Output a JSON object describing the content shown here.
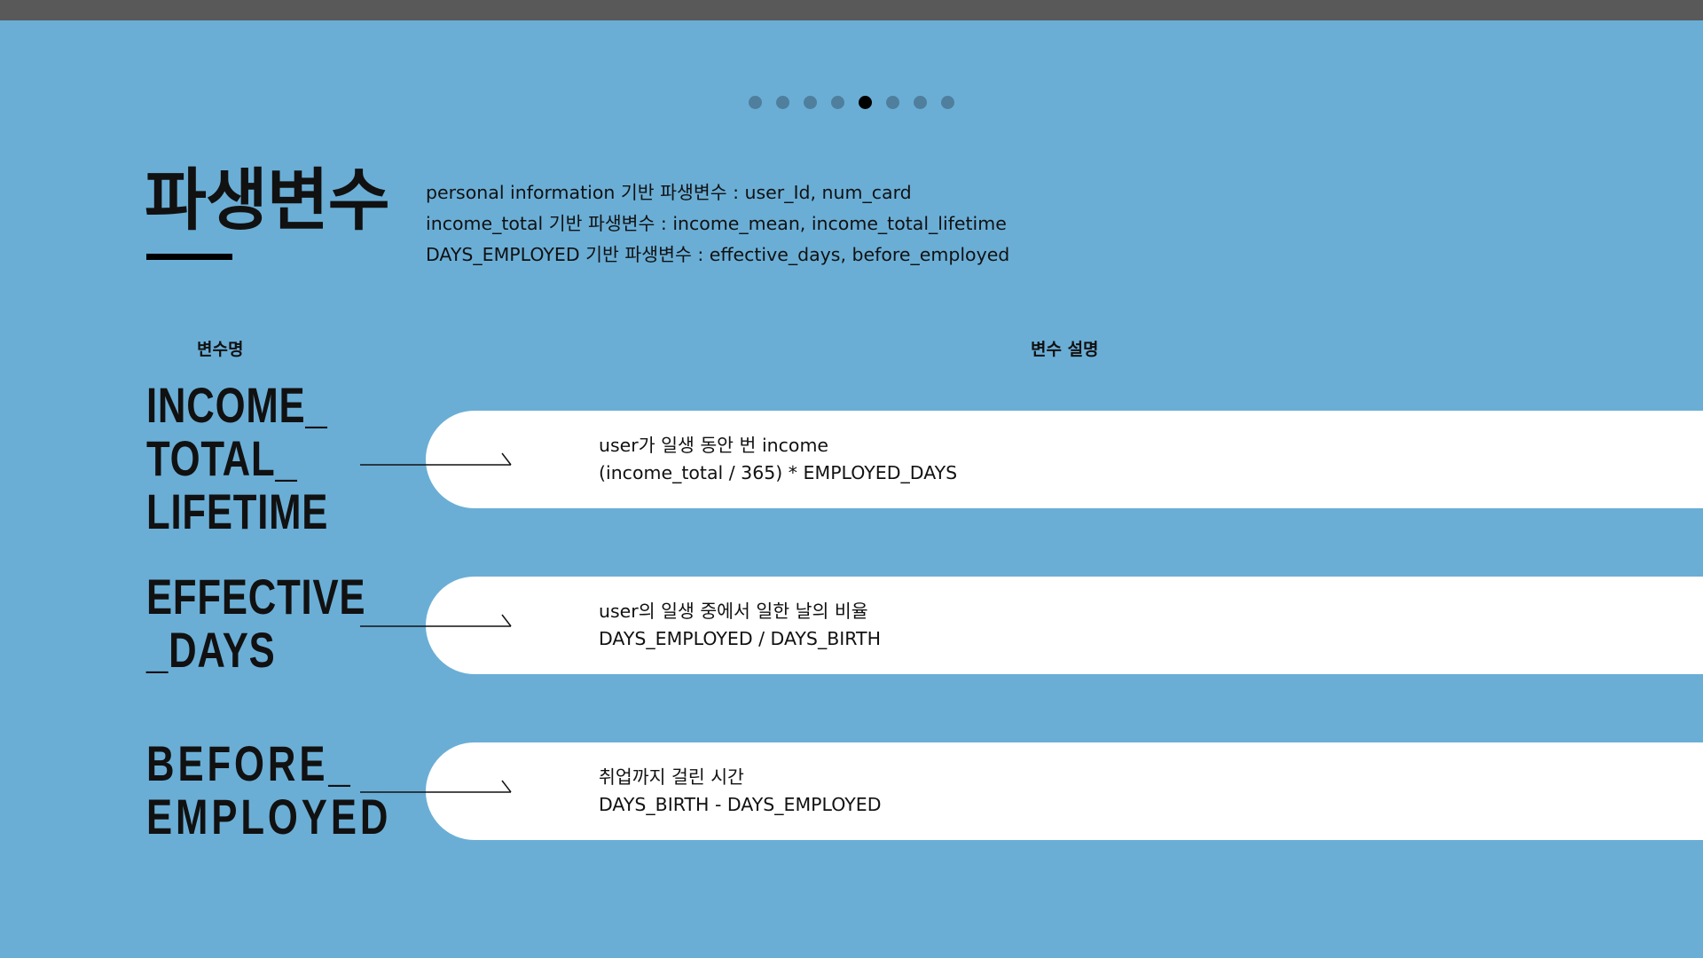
{
  "pagination": {
    "count": 8,
    "active_index": 4
  },
  "slide": {
    "title": "파생변수",
    "intro_lines": [
      "personal information 기반 파생변수 : user_Id, num_card",
      "income_total 기반 파생변수 : income_mean, income_total_lifetime",
      "DAYS_EMPLOYED 기반 파생변수 : effective_days, before_employed"
    ]
  },
  "table": {
    "col_name_header": "변수명",
    "col_desc_header": "변수 설명",
    "rows": [
      {
        "name": "INCOME_\nTOTAL_\nLIFETIME",
        "desc_line1": "user가 일생 동안 번 income",
        "desc_line2": "(income_total / 365) * EMPLOYED_DAYS"
      },
      {
        "name": "EFFECTIVE\n_DAYS",
        "desc_line1": "user의 일생 중에서 일한 날의 비율",
        "desc_line2": "DAYS_EMPLOYED / DAYS_BIRTH"
      },
      {
        "name": "BEFORE_\nEMPLOYED",
        "desc_line1": "취업까지 걸린 시간",
        "desc_line2": "DAYS_BIRTH - DAYS_EMPLOYED"
      }
    ]
  },
  "colors": {
    "background": "#6aaed6",
    "topbar": "#595959",
    "pill": "#ffffff",
    "dot_inactive": "#4f7f9c",
    "dot_active": "#000000"
  }
}
